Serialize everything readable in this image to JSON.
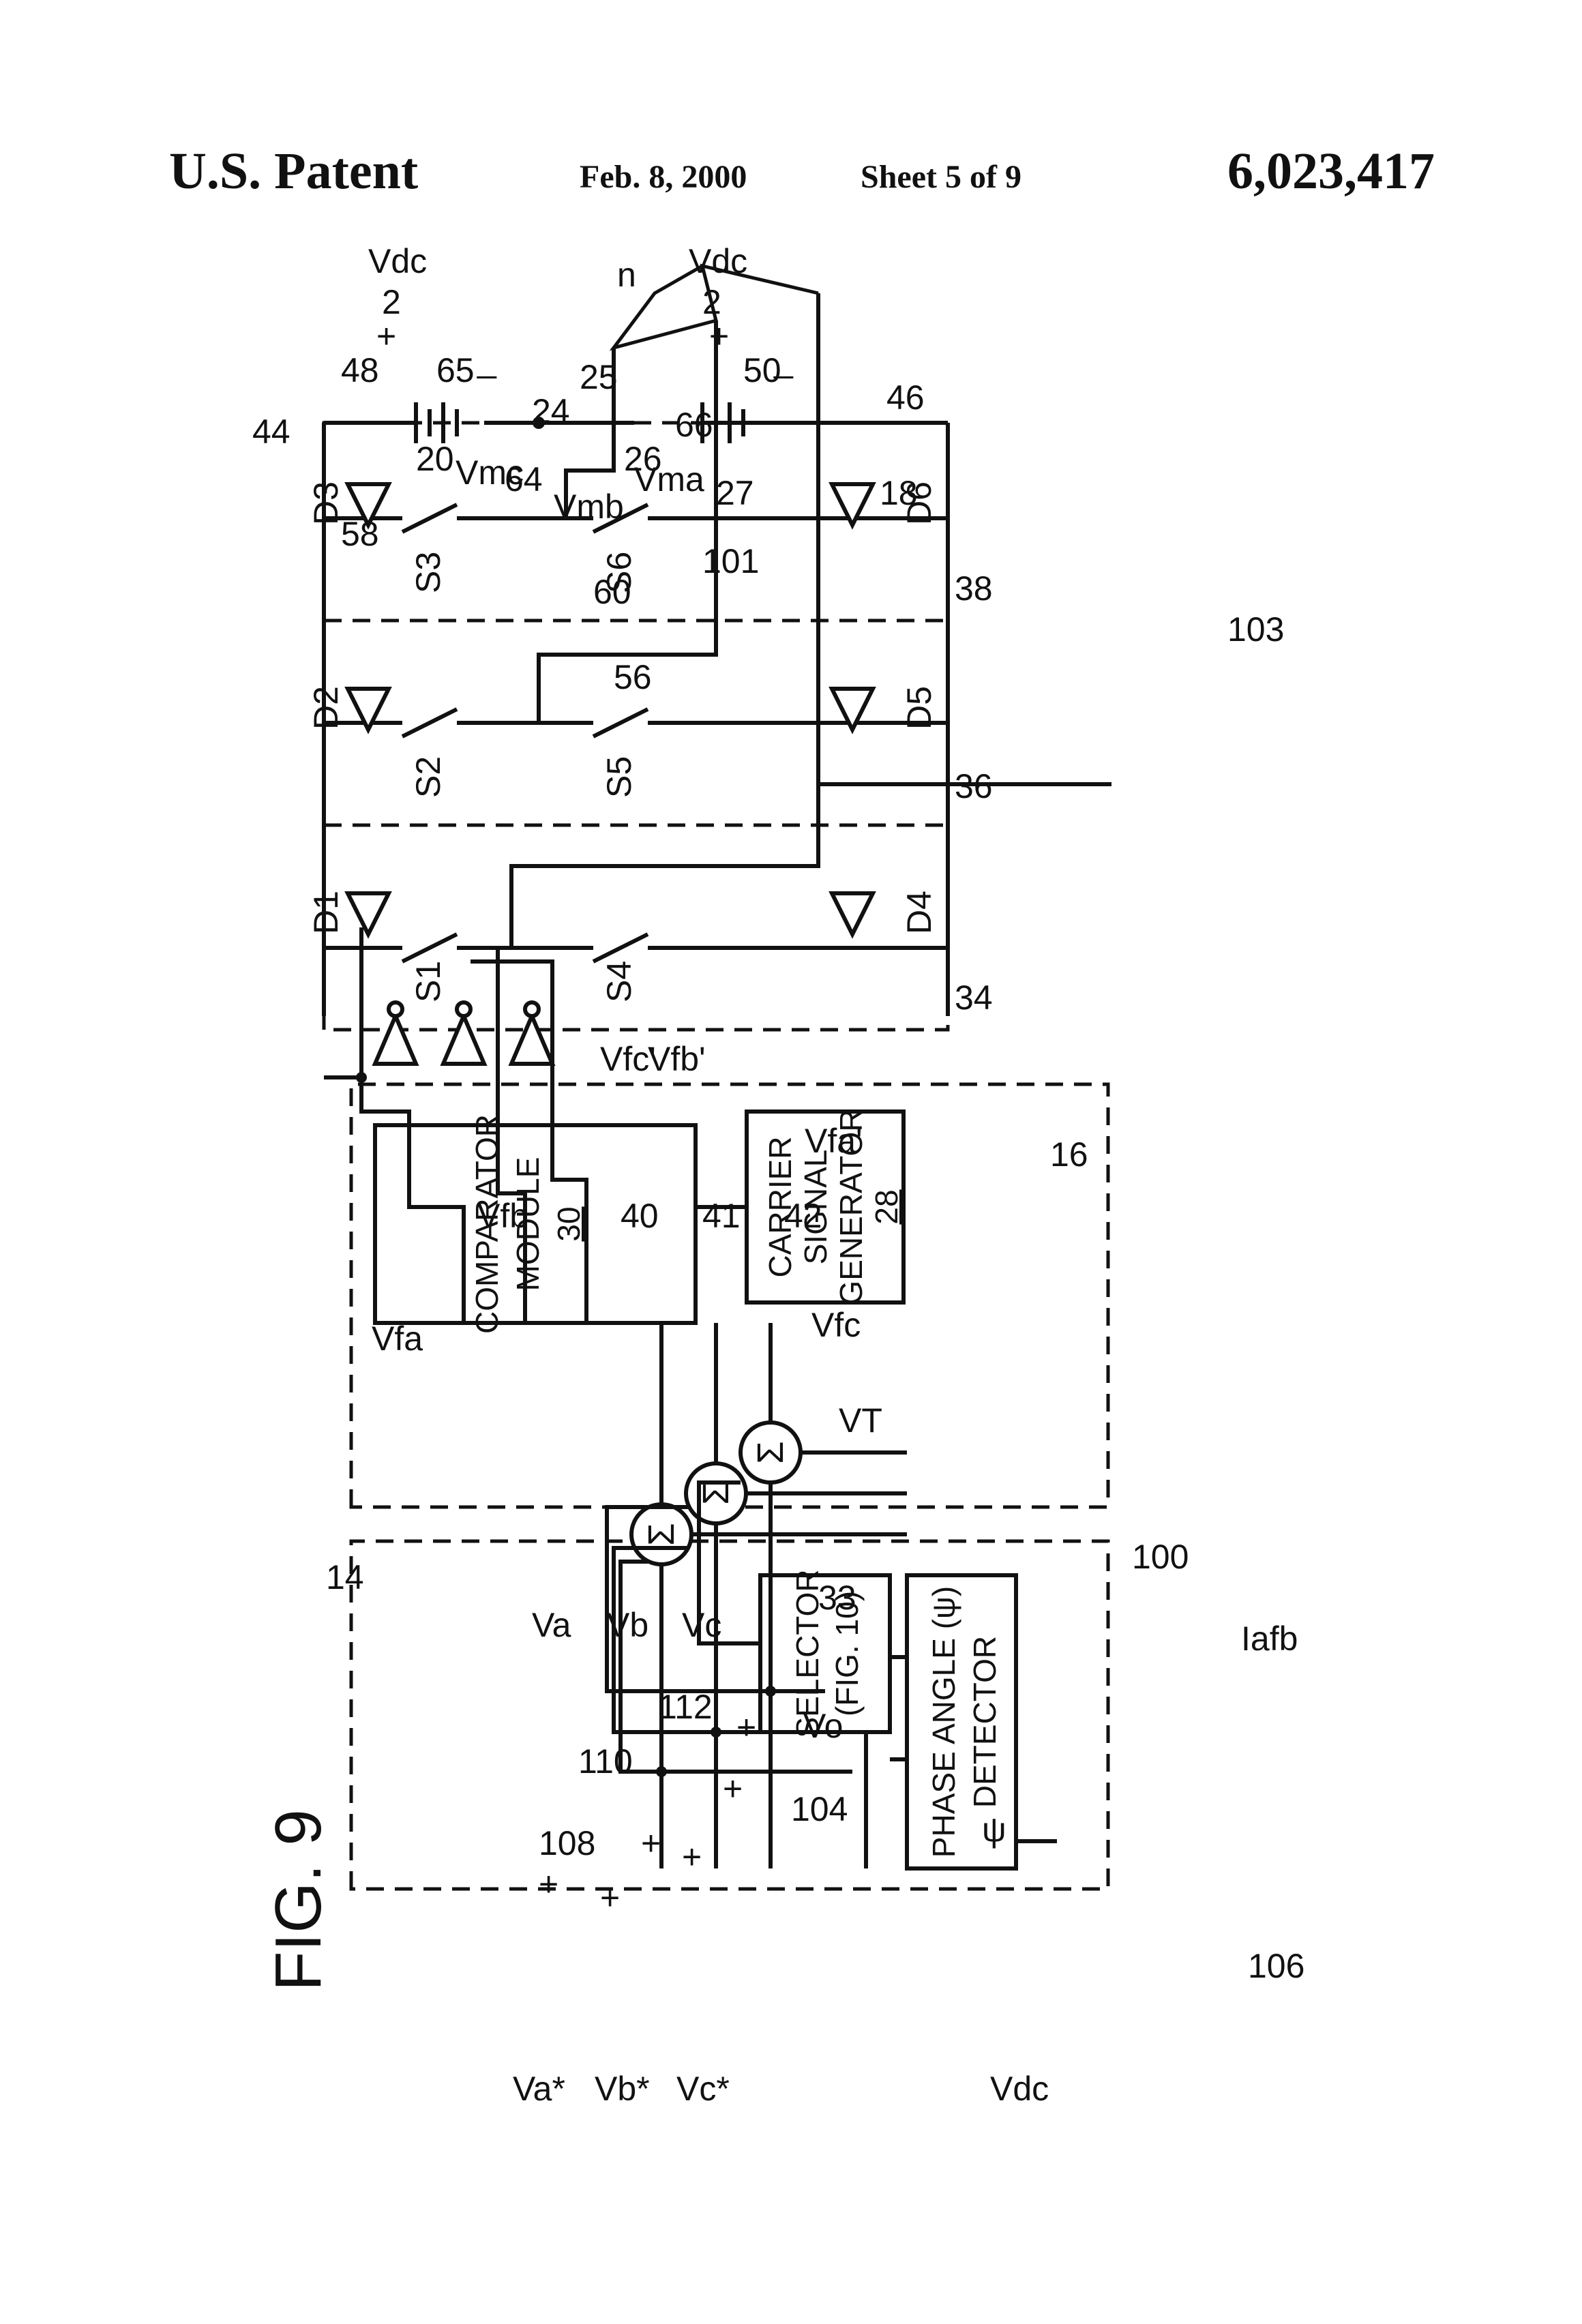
{
  "header": {
    "left": "U.S. Patent",
    "date": "Feb. 8, 2000",
    "sheet": "Sheet 5 of 9",
    "number": "6,023,417"
  },
  "figure": {
    "label": "FIG. 9"
  },
  "blocks": {
    "comparator": [
      "COMPARATOR",
      "MODULE",
      "30"
    ],
    "carrier": [
      "CARRIER",
      "SIGNAL",
      "GENERATOR",
      "28"
    ],
    "selector": [
      "SELECTOR",
      "(FIG. 10)"
    ],
    "phase": [
      "PHASE ANGLE (ψ)",
      "DETECTOR"
    ]
  },
  "signals": {
    "va_star": "Va*",
    "vb_star": "Vb*",
    "vc_star": "Vc*",
    "vdc": "Vdc",
    "va": "Va",
    "vb": "Vb",
    "vc": "Vc",
    "vo": "Vo",
    "psi": "ψ",
    "vt": "VT",
    "vfa": "Vfa",
    "vfb": "Vfb",
    "vfc": "Vfc",
    "vfa_p": "Vfa'",
    "vfb_p": "Vfb'",
    "vfc_p": "Vfc'",
    "iafb": "Iafb",
    "vma": "Vma",
    "vmb": "Vmb",
    "vmc": "Vmc",
    "vdc_half_top": "Vdc",
    "vdc_half_bot": "2",
    "n": "n"
  },
  "switches": [
    "S1",
    "S2",
    "S3",
    "S4",
    "S5",
    "S6"
  ],
  "diodes": [
    "D1",
    "D2",
    "D3",
    "D4",
    "D5",
    "D6"
  ],
  "sigma": "Σ",
  "plus": "+",
  "minus": "_",
  "refs": {
    "r14": "14",
    "r16": "16",
    "r18": "18",
    "r20": "20",
    "r24": "24",
    "r25": "25",
    "r26": "26",
    "r27": "27",
    "r33": "33",
    "r34": "34",
    "r36": "36",
    "r38": "38",
    "r40": "40",
    "r41": "41",
    "r42": "42",
    "r44": "44",
    "r46": "46",
    "r48": "48",
    "r50": "50",
    "r56": "56",
    "r58": "58",
    "r60": "60",
    "r64": "64",
    "r65": "65",
    "r66": "66",
    "r100": "100",
    "r101": "101",
    "r103": "103",
    "r104": "104",
    "r106": "106",
    "r108": "108",
    "r110": "110",
    "r112": "112"
  }
}
